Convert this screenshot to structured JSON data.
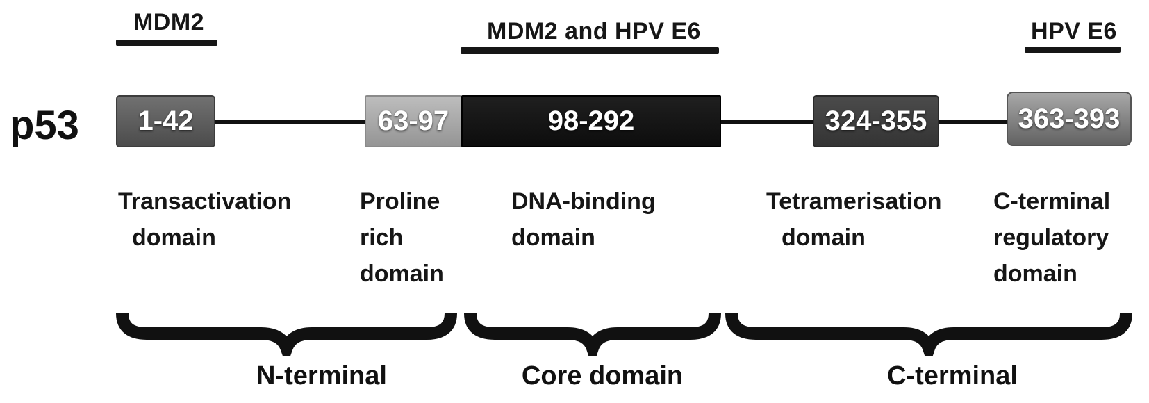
{
  "figure": {
    "protein": "p53",
    "binding_headers": [
      {
        "label": "MDM2"
      },
      {
        "label": "MDM2 and HPV E6"
      },
      {
        "label": "HPV E6"
      }
    ],
    "domains": [
      {
        "range": "1-42",
        "name_lines": [
          "Transactivation",
          "domain"
        ],
        "fill_top": "#717171",
        "fill_bottom": "#4c4c4c",
        "border": "#3d3d3d"
      },
      {
        "range": "63-97",
        "name_lines": [
          "Proline",
          "rich",
          "domain"
        ],
        "fill_top": "#bdbdbd",
        "fill_bottom": "#959595",
        "border": "#8a8a8a"
      },
      {
        "range": "98-292",
        "name_lines": [
          "DNA-binding",
          "domain"
        ],
        "fill_top": "#1f1f1f",
        "fill_bottom": "#0d0d0d",
        "border": "#000000"
      },
      {
        "range": "324-355",
        "name_lines": [
          "Tetramerisation",
          "domain"
        ],
        "fill_top": "#4b4b4b",
        "fill_bottom": "#343434",
        "border": "#2a2a2a"
      },
      {
        "range": "363-393",
        "name_lines": [
          "C-terminal",
          "regulatory",
          "domain"
        ],
        "fill_top": "#a8a8a8",
        "fill_bottom": "#626262",
        "border": "#555555"
      }
    ],
    "regions": [
      {
        "label": "N-terminal"
      },
      {
        "label": "Core domain"
      },
      {
        "label": "C-terminal"
      }
    ]
  }
}
